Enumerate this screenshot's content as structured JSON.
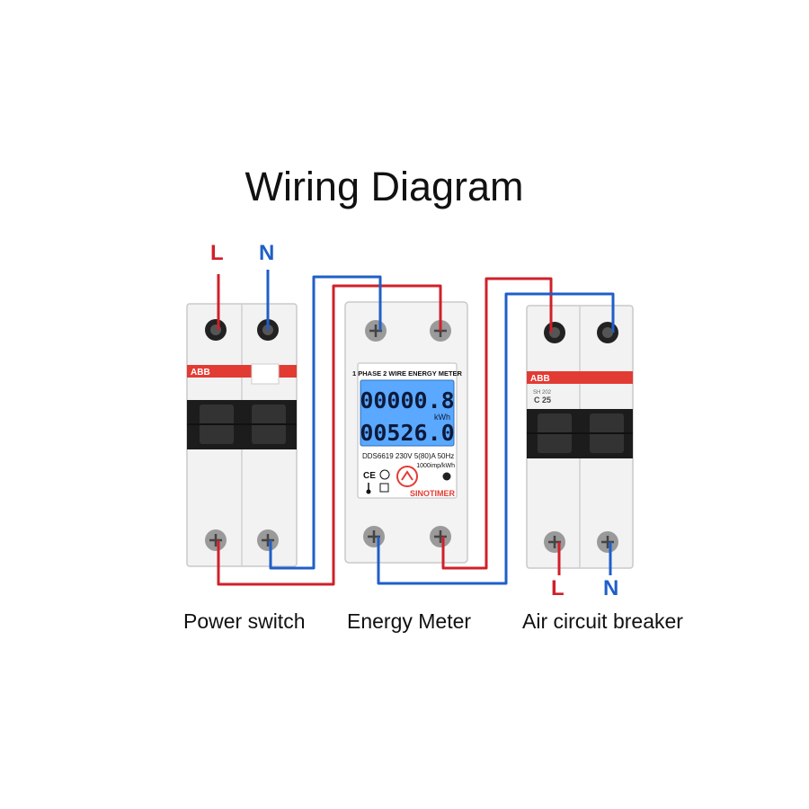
{
  "title": "Wiring Diagram",
  "colors": {
    "live": "#d0202a",
    "neutral": "#1f5fc8",
    "lcd": "#5aa8ff",
    "abb_red": "#e23b33"
  },
  "wire_labels": {
    "top_left_live": "L",
    "top_left_neutral": "N",
    "bottom_right_live": "L",
    "bottom_right_neutral": "N"
  },
  "power_switch": {
    "caption": "Power switch",
    "brand": "ABB"
  },
  "meter": {
    "caption": "Energy Meter",
    "header": "1 PHASE 2 WIRE ENERGY METER",
    "reading_top": "00000.8",
    "unit": "kWh",
    "reading_bottom": "00526.0",
    "spec": "DDS6619 230V  5(80)A 50Hz",
    "impulse": "1000imp/kWh",
    "brand": "SINOTIMER",
    "cert": "CE"
  },
  "breaker": {
    "caption": "Air circuit breaker",
    "brand": "ABB",
    "model": "SH 202",
    "rating": "C 25"
  }
}
